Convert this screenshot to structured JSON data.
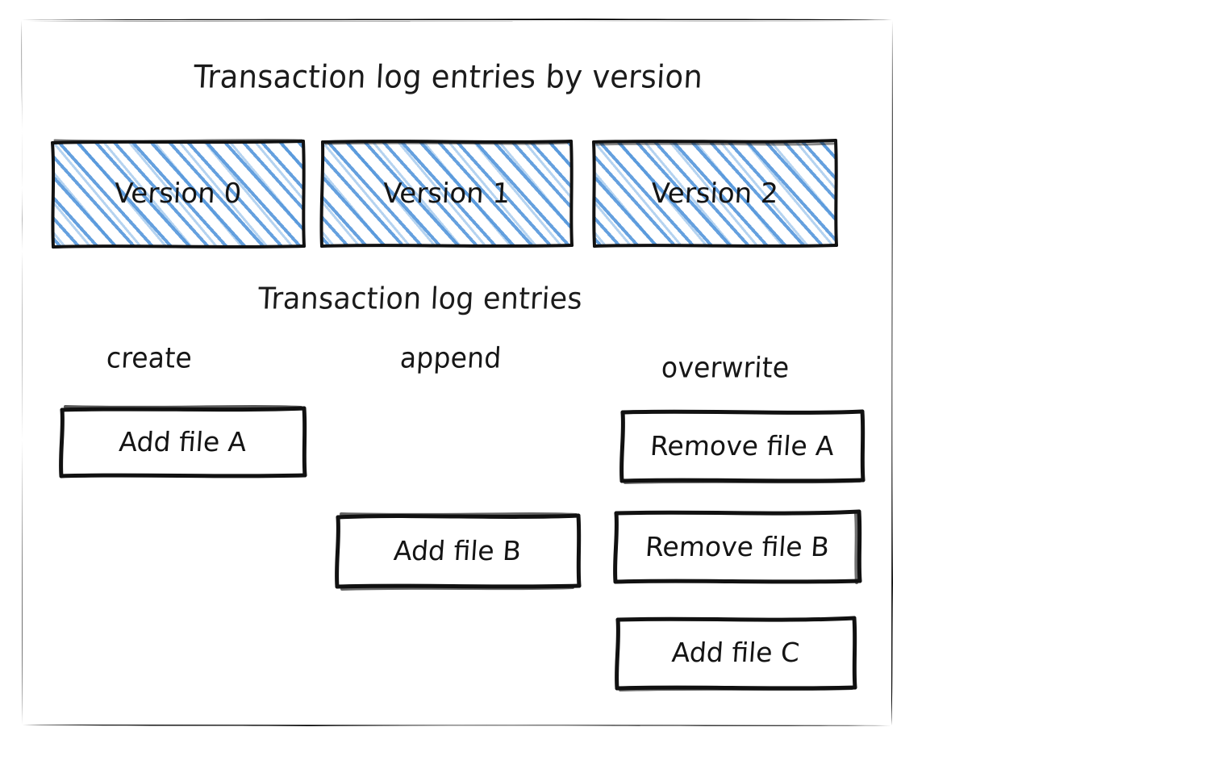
{
  "diagram": {
    "title": "Transaction log entries by version",
    "subtitle": "Transaction log entries",
    "accent_color": "#4a90d9",
    "stroke_color": "#111111",
    "background_color": "#ffffff"
  },
  "versions": [
    {
      "label": "Version 0"
    },
    {
      "label": "Version 1"
    },
    {
      "label": "Version 2"
    }
  ],
  "columns": [
    {
      "label": "create"
    },
    {
      "label": "append"
    },
    {
      "label": "overwrite"
    }
  ],
  "entries": [
    {
      "label": "Add file A",
      "column": "create"
    },
    {
      "label": "Add file B",
      "column": "append"
    },
    {
      "label": "Remove file A",
      "column": "overwrite"
    },
    {
      "label": "Remove file B",
      "column": "overwrite"
    },
    {
      "label": "Add file C",
      "column": "overwrite"
    }
  ]
}
